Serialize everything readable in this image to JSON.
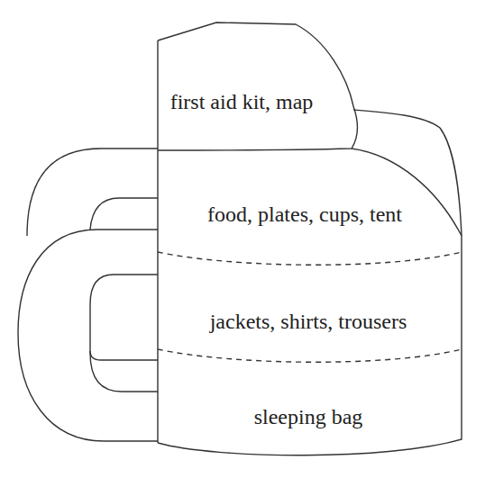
{
  "diagram": {
    "nodes": [
      {
        "text": [
          "first aid kit, map"
        ]
      },
      {
        "text": [
          "food, plates, cups, tent"
        ]
      },
      {
        "text": [
          "jackets, shirts, trousers"
        ]
      },
      {
        "text": [
          "sleeping bag"
        ]
      }
    ]
  }
}
